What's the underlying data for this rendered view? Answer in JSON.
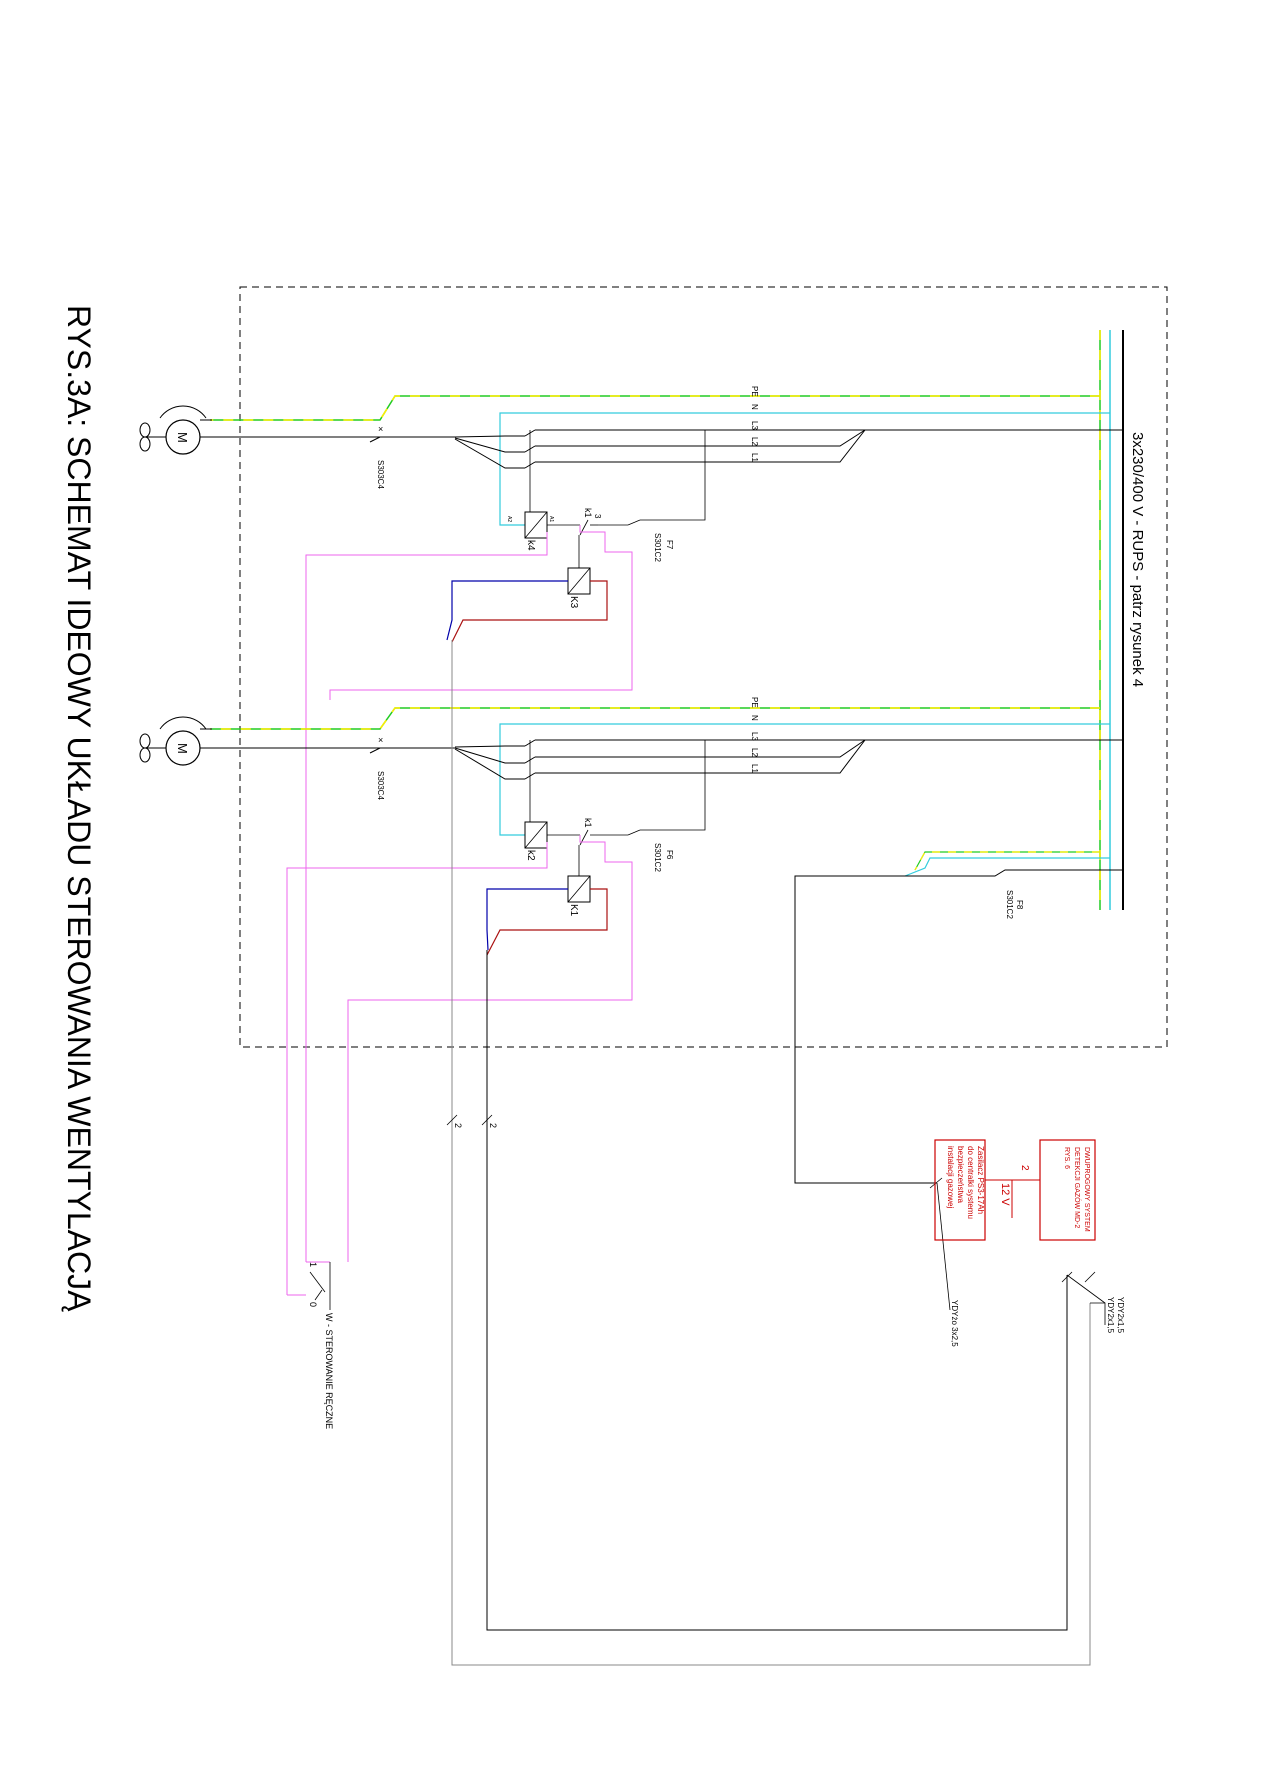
{
  "title": "RYS.3A: SCHEMAT IDEOWY UKŁADU STEROWANIA WENTYLACJĄ",
  "supply_label": "3x230/400 V - RUPS - patrz rysunek 4",
  "bus_labels": [
    "PE",
    "N",
    "L3",
    "L2",
    "L1"
  ],
  "motor_symbol": "M",
  "breakers": {
    "motor_top": "S303C4",
    "motor_bottom": "S303C4",
    "f7_name": "F7",
    "f7_type": "S301C2",
    "f6_name": "F6",
    "f6_type": "S301C2",
    "f8_name": "F8",
    "f8_type": "S301C2"
  },
  "relays": {
    "k4": "k4",
    "k3": "K3",
    "k2": "k2",
    "k1": "K1",
    "contact_top": "k1",
    "contact_bottom": "k1",
    "contact_num": "3"
  },
  "coil_pins": {
    "a1": "A1",
    "a2": "A2"
  },
  "wire_count": "2",
  "detection_box": [
    "DWUPROGOWY SYSTEM",
    "DETEKCJI GAZÓW MD-2",
    "RYS. 6"
  ],
  "valve_box": [
    "Zasilacz PS3-17Ah",
    "do centralki systemu",
    "bezpieczeństwa",
    "instalacji gazowej"
  ],
  "voltage": "12 V",
  "cable_gas": "YDYżo 3x2,5",
  "cable_a": "YDY2x1,5",
  "cable_b": "YDY2x1,5",
  "switch": {
    "label": "W - STEROWANIE RĘCZNE",
    "pos1": "1",
    "pos0": "0"
  },
  "colors": {
    "pe": "#22cc22",
    "pe_dash": "#ffee00",
    "n": "#33ccdd",
    "phase": "#000000",
    "control_pink": "#ee66ee",
    "control_blue": "#0000aa",
    "control_red": "#aa1111",
    "alarm_red": "#cc0000",
    "grey": "#888888"
  }
}
